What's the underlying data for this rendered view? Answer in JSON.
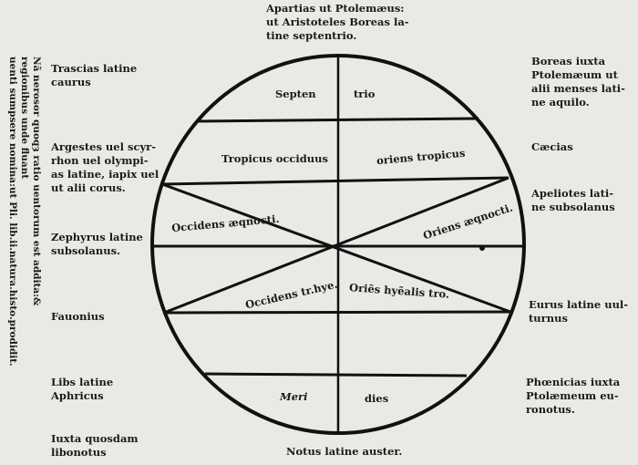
{
  "side_note": "Nã nerosor quoqȝ ratio uentorum est addita:& regionibus unde fluant\nuenti sumpsere nomina:ut Pli. lib.ii.natura.histo.prodidit.",
  "winds": {
    "top": "Apartias ut Ptolemæus:\nut Aristoteles Boreas la-\ntine septentrio.",
    "top_left": "Trascias latine\ncaurus",
    "left_upper": "Argestes uel scyr-\nrhon uel olympi-\nas latine, iapix uel\nut alii corus.",
    "left_mid": "Zephyrus latine\nsubsolanus.",
    "left_lower": "Fauonius",
    "bottom_left_1": "Libs latine\nAphricus",
    "bottom_left_2": "Iuxta quosdam\nlibonotus",
    "bottom": "Notus latine auster.",
    "top_right": "Boreas iuxta\nPtolemæum ut\nalii menses lati-\nne aquilo.",
    "right_upper": "Cæcias",
    "right_mid": "Apeliotes lati-\nne subsolanus",
    "right_lower": "Eurus latine uul-\nturnus",
    "bottom_right": "Phœnicias iuxta\nPtolæmeum eu-\nronotus."
  },
  "regions": {
    "septen": "Septen",
    "trio": "trio",
    "tropicus_occiduus": "Tropicus occiduus",
    "oriens_tropicus": "oriens tropicus",
    "occidens_aeq": "Occidens æqnocti.",
    "oriens_aeq": "Oriens æqnocti.",
    "occidens_hye": "Occidens tr.hye.",
    "oriens_hye": "Oriẽs hyẽalis tro.",
    "meri": "Meri",
    "dies": "dies"
  }
}
